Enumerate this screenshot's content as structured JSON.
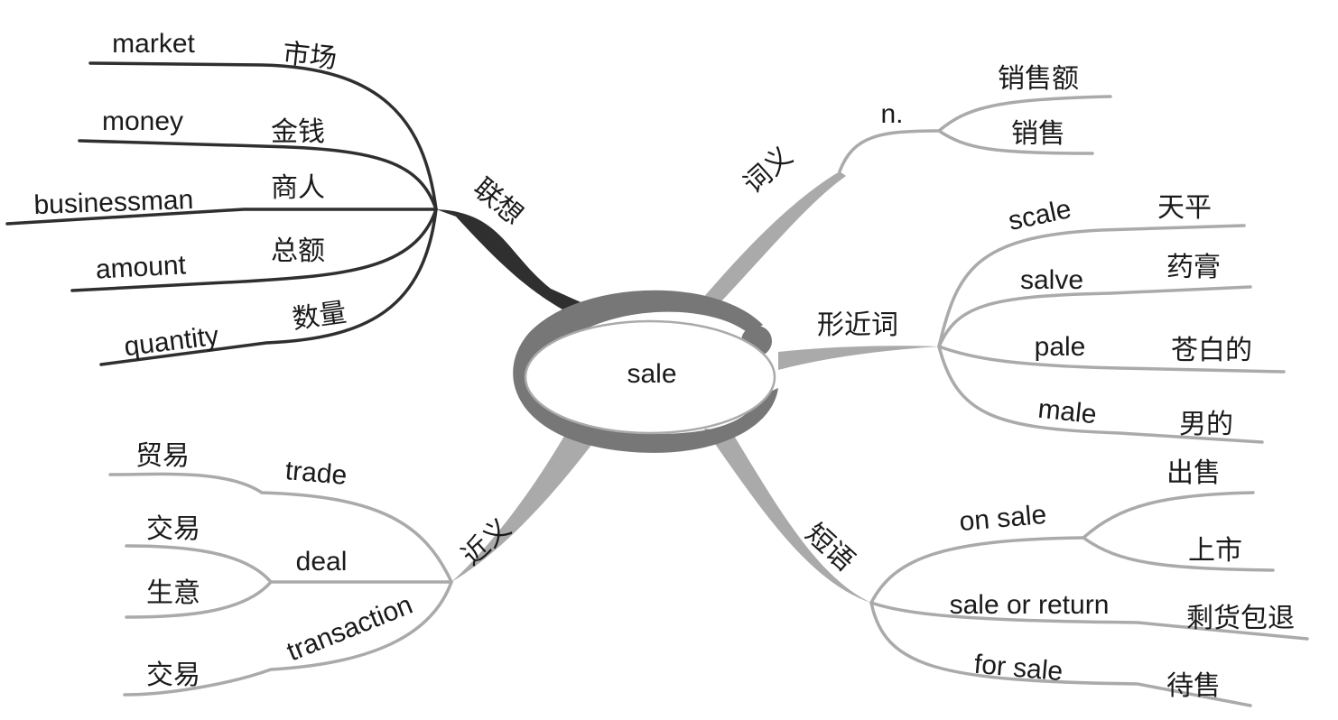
{
  "center": "sale",
  "branches": {
    "association": {
      "label": "联想",
      "items": [
        {
          "en": "market",
          "zh": "市场"
        },
        {
          "en": "money",
          "zh": "金钱"
        },
        {
          "en": "businessman",
          "zh": "商人"
        },
        {
          "en": "amount",
          "zh": "总额"
        },
        {
          "en": "quantity",
          "zh": "数量"
        }
      ]
    },
    "meaning": {
      "label": "词义",
      "pos": "n.",
      "senses": [
        "销售额",
        "销售"
      ]
    },
    "similar_form": {
      "label": "形近词",
      "items": [
        {
          "en": "scale",
          "zh": "天平"
        },
        {
          "en": "salve",
          "zh": "药膏"
        },
        {
          "en": "pale",
          "zh": "苍白的"
        },
        {
          "en": "male",
          "zh": "男的"
        }
      ]
    },
    "synonyms": {
      "label": "近义",
      "trade": {
        "en": "trade",
        "zh": "贸易"
      },
      "deal": {
        "en": "deal",
        "zh": [
          "交易",
          "生意"
        ]
      },
      "transaction": {
        "en": "transaction",
        "zh": "交易"
      }
    },
    "phrases": {
      "label": "短语",
      "on_sale": {
        "en": "on sale",
        "zh": [
          "出售",
          "上市"
        ]
      },
      "sale_or_return": {
        "en": "sale or return",
        "zh": "剩货包退"
      },
      "for_sale": {
        "en": "for sale",
        "zh": "待售"
      }
    }
  },
  "colors": {
    "dark": "#2f2f2f",
    "light": "#aaaaaa",
    "center_ring": "#777777"
  }
}
